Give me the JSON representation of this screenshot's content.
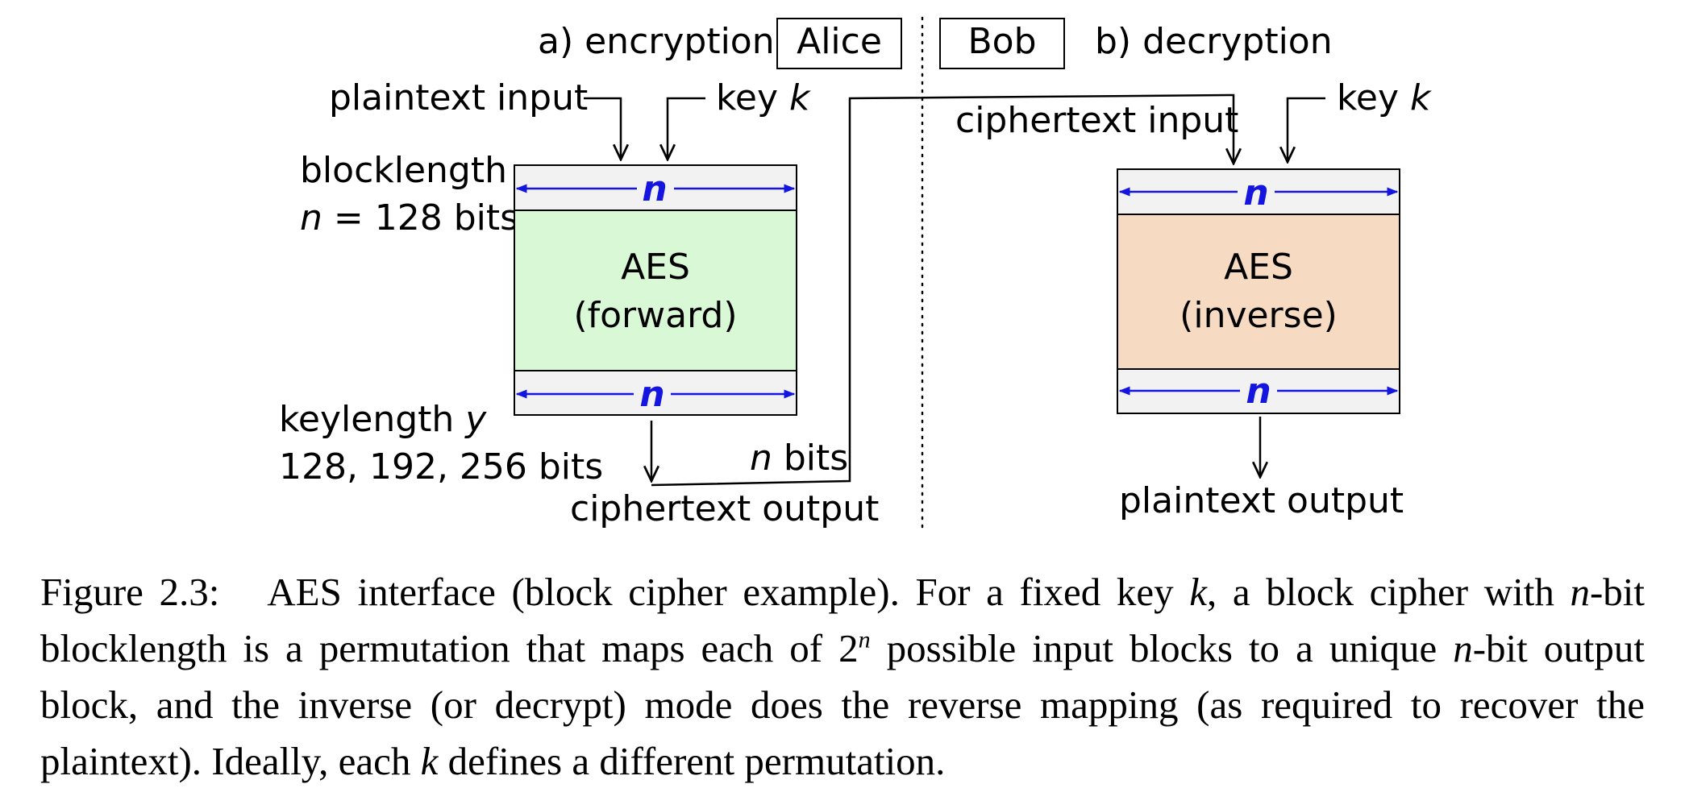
{
  "diagram": {
    "left": {
      "mode_label": "a) encryption",
      "party": "Alice",
      "input_label": "plaintext input",
      "key_label": "key",
      "key_var": "k",
      "blocklength_label": "blocklength",
      "blocklength_var": "n",
      "blocklength_value": " = 128 bits",
      "n_top": "n",
      "n_bottom": "n",
      "box_line1": "AES",
      "box_line2": "(forward)",
      "keylength_label": "keylength ",
      "keylength_var": "y",
      "keylength_values": "128, 192, 256 bits",
      "output_label": "ciphertext output",
      "nbits_var": "n",
      "nbits_text": " bits",
      "box_color": "#d9f8d6"
    },
    "right": {
      "mode_label": "b) decryption",
      "party": "Bob",
      "input_label": "ciphertext input",
      "key_label": "key",
      "key_var": "k",
      "n_top": "n",
      "n_bottom": "n",
      "box_line1": "AES",
      "box_line2": "(inverse)",
      "output_label": "plaintext output",
      "box_color": "#f7dac2"
    },
    "band_color": "#f2f2f2",
    "arrow_color": "#1515e0"
  },
  "caption": {
    "label": "Figure 2.3:",
    "s1": "AES interface (block cipher example).  For a fixed key ",
    "k1": "k",
    "s2": ", a block cipher with ",
    "n1": "n",
    "s3": "-bit blocklength is a permutation that maps each of 2",
    "sup": "n",
    "s4": " possible input blocks to a unique ",
    "n2": "n",
    "s5": "-bit output block, and the inverse (or decrypt) mode does the reverse mapping (as required to recover the plaintext). Ideally, each ",
    "k2": "k",
    "s6": " defines a different permutation."
  }
}
